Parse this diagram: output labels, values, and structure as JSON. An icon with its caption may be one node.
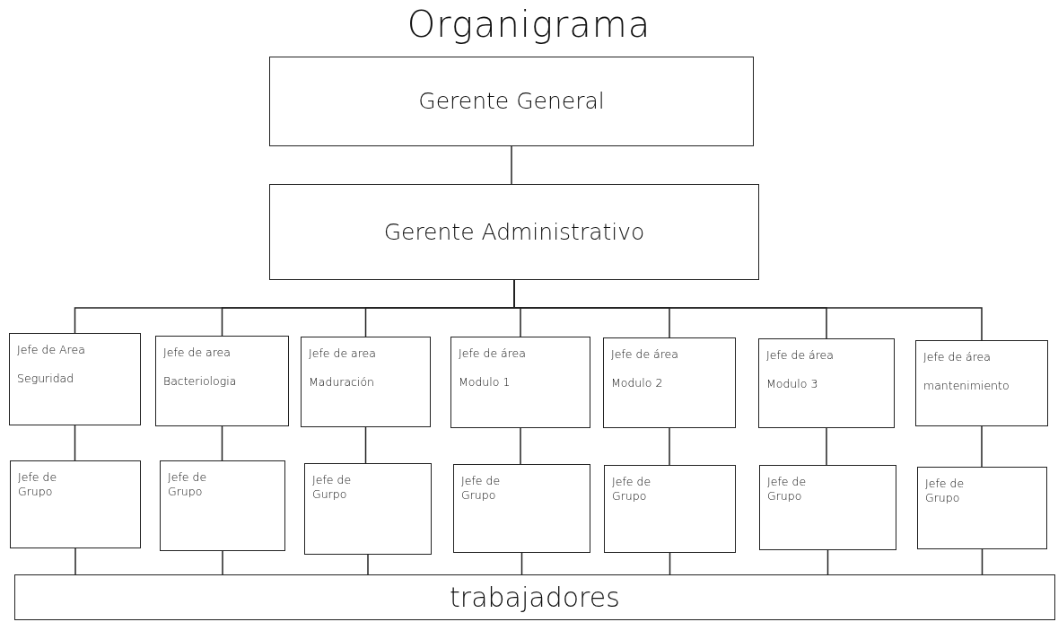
{
  "diagram": {
    "title": "Organigrama",
    "nodes": [
      {
        "text": [
          "Gerente General"
        ]
      },
      {
        "text": [
          "Gerente Administrativo"
        ]
      },
      {
        "text": [
          "Jefe de Area",
          "Seguridad"
        ]
      },
      {
        "text": [
          "Jefe de area",
          "Bacteriologia"
        ]
      },
      {
        "text": [
          "Jefe de area",
          "Maduración"
        ]
      },
      {
        "text": [
          "Jefe de área",
          "Modulo 1"
        ]
      },
      {
        "text": [
          "Jefe de área",
          "Modulo 2"
        ]
      },
      {
        "text": [
          "Jefe de área",
          "Modulo 3"
        ]
      },
      {
        "text": [
          "Jefe de área",
          "mantenimiento"
        ]
      },
      {
        "text": [
          "Jefe de Grupo"
        ]
      },
      {
        "text": [
          "Jefe de Grupo"
        ]
      },
      {
        "text": [
          "Jefe de Gurpo"
        ]
      },
      {
        "text": [
          "Jefe de Grupo"
        ]
      },
      {
        "text": [
          "Jefe de Grupo"
        ]
      },
      {
        "text": [
          "Jefe de Grupo"
        ]
      },
      {
        "text": [
          "Jefe de Grupo"
        ]
      },
      {
        "text": [
          "trabajadores"
        ]
      }
    ],
    "edges": [
      {
        "from": 0,
        "to": 1,
        "arrow": "none"
      },
      {
        "from": 1,
        "to": 2,
        "arrow": "none"
      },
      {
        "from": 1,
        "to": 3,
        "arrow": "none"
      },
      {
        "from": 1,
        "to": 4,
        "arrow": "none"
      },
      {
        "from": 1,
        "to": 5,
        "arrow": "none"
      },
      {
        "from": 1,
        "to": 6,
        "arrow": "none"
      },
      {
        "from": 1,
        "to": 7,
        "arrow": "none"
      },
      {
        "from": 1,
        "to": 8,
        "arrow": "none"
      },
      {
        "from": 2,
        "to": 9,
        "arrow": "none"
      },
      {
        "from": 3,
        "to": 10,
        "arrow": "none"
      },
      {
        "from": 4,
        "to": 11,
        "arrow": "none"
      },
      {
        "from": 5,
        "to": 12,
        "arrow": "none"
      },
      {
        "from": 6,
        "to": 13,
        "arrow": "none"
      },
      {
        "from": 7,
        "to": 14,
        "arrow": "none"
      },
      {
        "from": 8,
        "to": 15,
        "arrow": "none"
      },
      {
        "from": 9,
        "to": 16,
        "arrow": "none"
      },
      {
        "from": 10,
        "to": 16,
        "arrow": "none"
      },
      {
        "from": 11,
        "to": 16,
        "arrow": "none"
      },
      {
        "from": 12,
        "to": 16,
        "arrow": "none"
      },
      {
        "from": 13,
        "to": 16,
        "arrow": "none"
      },
      {
        "from": 14,
        "to": 16,
        "arrow": "none"
      },
      {
        "from": 15,
        "to": 16,
        "arrow": "none"
      }
    ]
  }
}
